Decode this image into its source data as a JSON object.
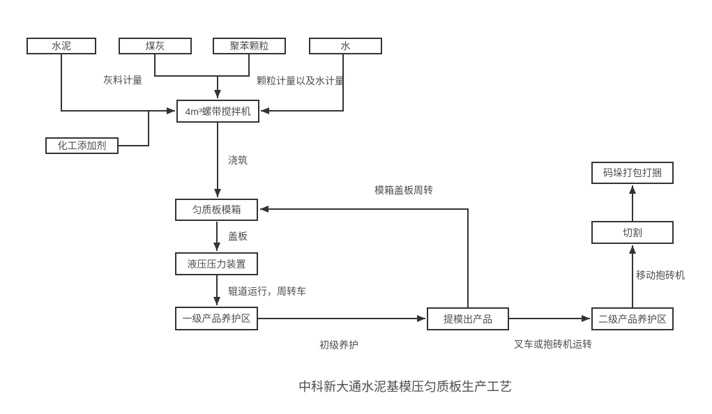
{
  "diagram": {
    "title": "中科新大通水泥基模压匀质板生产工艺",
    "nodes": {
      "cement": {
        "label": "水泥"
      },
      "coal_ash": {
        "label": "煤灰"
      },
      "eps_particles": {
        "label": "聚苯颗粒"
      },
      "water": {
        "label": "水"
      },
      "mixer": {
        "label": "4m³螺带搅拌机"
      },
      "additive": {
        "label": "化工添加剂"
      },
      "mold_box": {
        "label": "匀质板模箱"
      },
      "hydraulic_press": {
        "label": "液压压力装置"
      },
      "curing_area_1": {
        "label": "一级产品养护区"
      },
      "demolding": {
        "label": "提模出产品"
      },
      "curing_area_2": {
        "label": "二级产品养护区"
      },
      "cutting": {
        "label": "切割"
      },
      "packing": {
        "label": "码垛打包打捆"
      }
    },
    "edge_labels": {
      "ash_metering": "灰料计量",
      "particle_water_metering": "颗粒计量以及水计量",
      "pouring": "浇筑",
      "cover_plate": "盖板",
      "roller_transfer": "辊道运行，周转车",
      "primary_curing": "初级养护",
      "mold_cover_cycle": "模箱盖板周转",
      "forklift_transfer": "叉车或抱砖机运转",
      "mobile_brick_machine": "移动抱砖机"
    },
    "edges": [
      {
        "from": "cement",
        "to": "mixer"
      },
      {
        "from": "coal_ash",
        "to": "mixer"
      },
      {
        "from": "eps_particles",
        "to": "mixer"
      },
      {
        "from": "water",
        "to": "mixer"
      },
      {
        "from": "additive",
        "to": "mixer"
      },
      {
        "from": "mixer",
        "to": "mold_box"
      },
      {
        "from": "mold_box",
        "to": "hydraulic_press"
      },
      {
        "from": "hydraulic_press",
        "to": "curing_area_1"
      },
      {
        "from": "curing_area_1",
        "to": "demolding"
      },
      {
        "from": "demolding",
        "to": "mold_box"
      },
      {
        "from": "demolding",
        "to": "curing_area_2"
      },
      {
        "from": "curing_area_2",
        "to": "cutting"
      },
      {
        "from": "cutting",
        "to": "packing"
      }
    ],
    "colors": {
      "line": "#333333",
      "text": "#4d4d4d",
      "background": "#ffffff"
    }
  }
}
